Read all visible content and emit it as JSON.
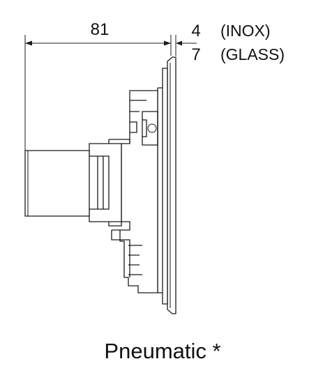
{
  "dimensions": {
    "depth": "81",
    "plate_thickness_inox": "4",
    "plate_thickness_glass": "7"
  },
  "materials": {
    "inox": "(INOX)",
    "glass": "(GLASS)"
  },
  "caption": "Pneumatic *"
}
